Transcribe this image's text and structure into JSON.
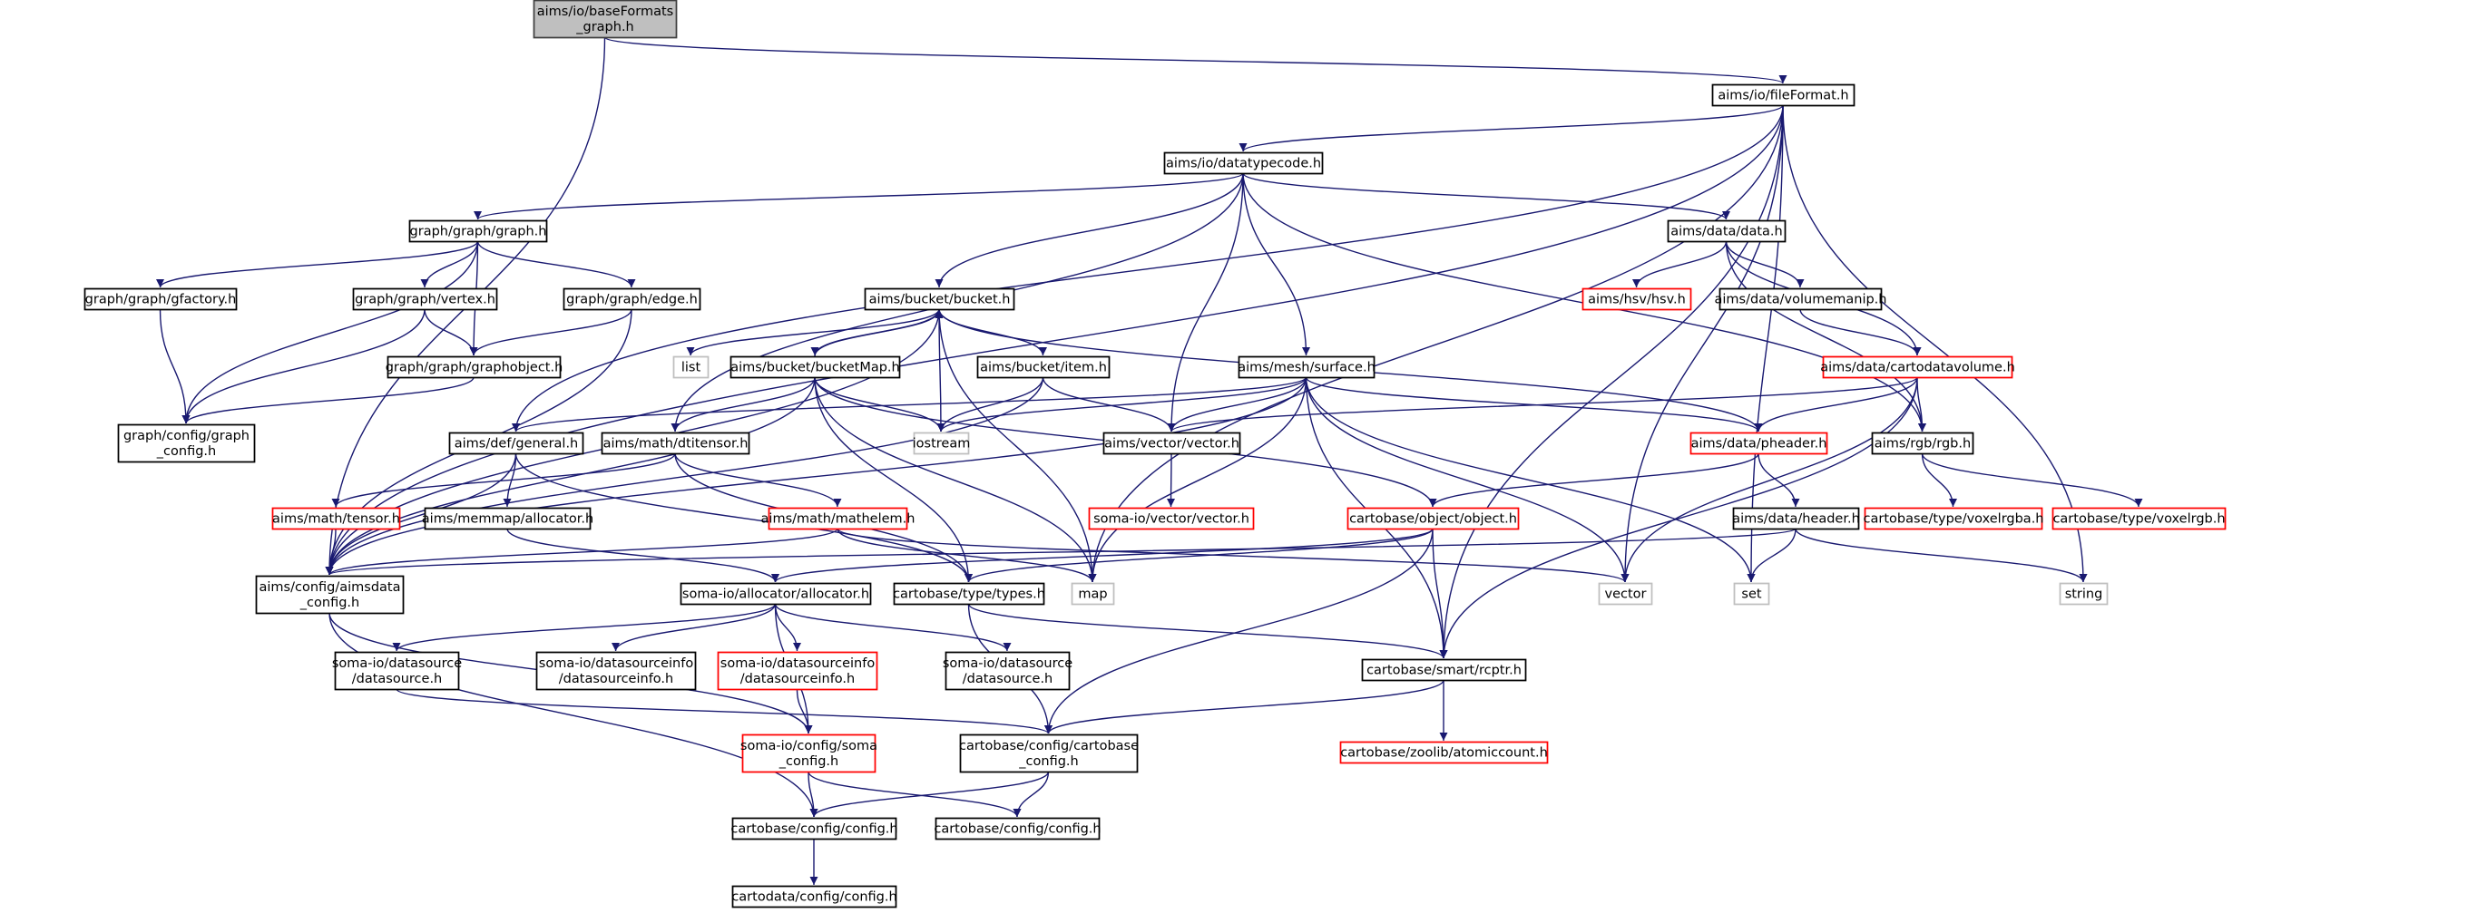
{
  "colors": {
    "edge": "#191970",
    "text": "#000000",
    "root_fill": "#bfbfbf",
    "root_border": "#404040",
    "normal_border": "#000000",
    "truncated_border": "#ff0000",
    "system_border": "#bfbfbf",
    "background": "#ffffff"
  },
  "nodes": [
    {
      "id": "root",
      "style": "root",
      "lines": [
        "aims/io/baseFormats",
        "_graph.h"
      ]
    },
    {
      "id": "fileformat",
      "style": "normal",
      "lines": [
        "aims/io/fileFormat.h"
      ]
    },
    {
      "id": "datatypecode",
      "style": "normal",
      "lines": [
        "aims/io/datatypecode.h"
      ]
    },
    {
      "id": "graph",
      "style": "normal",
      "lines": [
        "graph/graph/graph.h"
      ]
    },
    {
      "id": "aimsdata",
      "style": "normal",
      "lines": [
        "aims/data/data.h"
      ]
    },
    {
      "id": "gfactory",
      "style": "normal",
      "lines": [
        "graph/graph/gfactory.h"
      ]
    },
    {
      "id": "vertex",
      "style": "normal",
      "lines": [
        "graph/graph/vertex.h"
      ]
    },
    {
      "id": "edge",
      "style": "normal",
      "lines": [
        "graph/graph/edge.h"
      ]
    },
    {
      "id": "hsv",
      "style": "truncated",
      "lines": [
        "aims/hsv/hsv.h"
      ]
    },
    {
      "id": "volumemanip",
      "style": "normal",
      "lines": [
        "aims/data/volumemanip.h"
      ]
    },
    {
      "id": "bucket",
      "style": "normal",
      "lines": [
        "aims/bucket/bucket.h"
      ]
    },
    {
      "id": "graphobject",
      "style": "normal",
      "lines": [
        "graph/graph/graphobject.h"
      ]
    },
    {
      "id": "list",
      "style": "system",
      "lines": [
        "list"
      ]
    },
    {
      "id": "bucketmap",
      "style": "normal",
      "lines": [
        "aims/bucket/bucketMap.h"
      ]
    },
    {
      "id": "item",
      "style": "normal",
      "lines": [
        "aims/bucket/item.h"
      ]
    },
    {
      "id": "surface",
      "style": "normal",
      "lines": [
        "aims/mesh/surface.h"
      ]
    },
    {
      "id": "cartodatavolume",
      "style": "truncated",
      "lines": [
        "aims/data/cartodatavolume.h"
      ]
    },
    {
      "id": "graphconfig",
      "style": "normal",
      "lines": [
        "graph/config/graph",
        "_config.h"
      ]
    },
    {
      "id": "general",
      "style": "normal",
      "lines": [
        "aims/def/general.h"
      ]
    },
    {
      "id": "dtitensor",
      "style": "normal",
      "lines": [
        "aims/math/dtitensor.h"
      ]
    },
    {
      "id": "iostream",
      "style": "system",
      "lines": [
        "iostream"
      ]
    },
    {
      "id": "vector_h",
      "style": "normal",
      "lines": [
        "aims/vector/vector.h"
      ]
    },
    {
      "id": "pheader",
      "style": "truncated",
      "lines": [
        "aims/data/pheader.h"
      ]
    },
    {
      "id": "rgb",
      "style": "normal",
      "lines": [
        "aims/rgb/rgb.h"
      ]
    },
    {
      "id": "tensor",
      "style": "truncated",
      "lines": [
        "aims/math/tensor.h"
      ]
    },
    {
      "id": "memmapalloc",
      "style": "normal",
      "lines": [
        "aims/memmap/allocator.h"
      ]
    },
    {
      "id": "mathelem",
      "style": "truncated",
      "lines": [
        "aims/math/mathelem.h"
      ]
    },
    {
      "id": "somavector",
      "style": "truncated",
      "lines": [
        "soma-io/vector/vector.h"
      ]
    },
    {
      "id": "object",
      "style": "truncated",
      "lines": [
        "cartobase/object/object.h"
      ]
    },
    {
      "id": "header",
      "style": "normal",
      "lines": [
        "aims/data/header.h"
      ]
    },
    {
      "id": "voxelrgba",
      "style": "truncated",
      "lines": [
        "cartobase/type/voxelrgba.h"
      ]
    },
    {
      "id": "voxelrgb",
      "style": "truncated",
      "lines": [
        "cartobase/type/voxelrgb.h"
      ]
    },
    {
      "id": "aimsdataconfig",
      "style": "normal",
      "lines": [
        "aims/config/aimsdata",
        "_config.h"
      ]
    },
    {
      "id": "somaalloc",
      "style": "normal",
      "lines": [
        "soma-io/allocator/allocator.h"
      ]
    },
    {
      "id": "types",
      "style": "normal",
      "lines": [
        "cartobase/type/types.h"
      ]
    },
    {
      "id": "map",
      "style": "system",
      "lines": [
        "map"
      ]
    },
    {
      "id": "vector",
      "style": "system",
      "lines": [
        "vector"
      ]
    },
    {
      "id": "set",
      "style": "system",
      "lines": [
        "set"
      ]
    },
    {
      "id": "string",
      "style": "system",
      "lines": [
        "string"
      ]
    },
    {
      "id": "datasource1",
      "style": "normal",
      "lines": [
        "soma-io/datasource",
        "/datasource.h"
      ]
    },
    {
      "id": "dsinfo1",
      "style": "normal",
      "lines": [
        "soma-io/datasourceinfo",
        "/datasourceinfo.h"
      ]
    },
    {
      "id": "dsinfo2",
      "style": "truncated",
      "lines": [
        "soma-io/datasourceinfo",
        "/datasourceinfo.h"
      ]
    },
    {
      "id": "datasource2",
      "style": "normal",
      "lines": [
        "soma-io/datasource",
        "/datasource.h"
      ]
    },
    {
      "id": "rcptr",
      "style": "normal",
      "lines": [
        "cartobase/smart/rcptr.h"
      ]
    },
    {
      "id": "somaconfig",
      "style": "truncated",
      "lines": [
        "soma-io/config/soma",
        "_config.h"
      ]
    },
    {
      "id": "cartobaseconfig",
      "style": "normal",
      "lines": [
        "cartobase/config/cartobase",
        "_config.h"
      ]
    },
    {
      "id": "atomiccount",
      "style": "truncated",
      "lines": [
        "cartobase/zoolib/atomiccount.h"
      ]
    },
    {
      "id": "config1",
      "style": "normal",
      "lines": [
        "cartobase/config/config.h"
      ]
    },
    {
      "id": "config2",
      "style": "normal",
      "lines": [
        "cartobase/config/config.h"
      ]
    },
    {
      "id": "cartodataconfig",
      "style": "normal",
      "lines": [
        "cartodata/config/config.h"
      ]
    }
  ],
  "edges": [
    [
      "root",
      "fileformat"
    ],
    [
      "root",
      "aimsdataconfig"
    ],
    [
      "fileformat",
      "datatypecode"
    ],
    [
      "fileformat",
      "aimsdataconfig"
    ],
    [
      "fileformat",
      "general"
    ],
    [
      "fileformat",
      "map"
    ],
    [
      "fileformat",
      "vector"
    ],
    [
      "fileformat",
      "set"
    ],
    [
      "fileformat",
      "string"
    ],
    [
      "fileformat",
      "rcptr"
    ],
    [
      "datatypecode",
      "graph"
    ],
    [
      "datatypecode",
      "aimsdata"
    ],
    [
      "datatypecode",
      "bucket"
    ],
    [
      "datatypecode",
      "surface"
    ],
    [
      "datatypecode",
      "dtitensor"
    ],
    [
      "datatypecode",
      "vector_h"
    ],
    [
      "datatypecode",
      "rgb"
    ],
    [
      "graph",
      "gfactory"
    ],
    [
      "graph",
      "vertex"
    ],
    [
      "graph",
      "edge"
    ],
    [
      "graph",
      "graphobject"
    ],
    [
      "graph",
      "graphconfig"
    ],
    [
      "gfactory",
      "graphconfig"
    ],
    [
      "vertex",
      "graphobject"
    ],
    [
      "vertex",
      "graphconfig"
    ],
    [
      "edge",
      "graphobject"
    ],
    [
      "edge",
      "aimsdataconfig"
    ],
    [
      "graphobject",
      "graphconfig"
    ],
    [
      "aimsdata",
      "hsv"
    ],
    [
      "aimsdata",
      "volumemanip"
    ],
    [
      "aimsdata",
      "cartodatavolume"
    ],
    [
      "aimsdata",
      "rgb"
    ],
    [
      "volumemanip",
      "cartodatavolume"
    ],
    [
      "cartodatavolume",
      "pheader"
    ],
    [
      "cartodatavolume",
      "rgb"
    ],
    [
      "cartodatavolume",
      "vector_h"
    ],
    [
      "cartodatavolume",
      "rcptr"
    ],
    [
      "cartodatavolume",
      "vector"
    ],
    [
      "bucket",
      "list"
    ],
    [
      "bucket",
      "bucketmap"
    ],
    [
      "bucket",
      "item"
    ],
    [
      "bucket",
      "iostream"
    ],
    [
      "bucket",
      "map"
    ],
    [
      "bucket",
      "pheader"
    ],
    [
      "bucket",
      "aimsdataconfig"
    ],
    [
      "bucketmap",
      "bucket"
    ],
    [
      "bucketmap",
      "iostream"
    ],
    [
      "bucketmap",
      "dtitensor"
    ],
    [
      "bucketmap",
      "aimsdataconfig"
    ],
    [
      "bucketmap",
      "types"
    ],
    [
      "bucketmap",
      "map"
    ],
    [
      "bucketmap",
      "object"
    ],
    [
      "item",
      "iostream"
    ],
    [
      "item",
      "vector_h"
    ],
    [
      "item",
      "aimsdataconfig"
    ],
    [
      "surface",
      "iostream"
    ],
    [
      "surface",
      "vector_h"
    ],
    [
      "surface",
      "pheader"
    ],
    [
      "surface",
      "general"
    ],
    [
      "surface",
      "aimsdataconfig"
    ],
    [
      "surface",
      "map"
    ],
    [
      "surface",
      "vector"
    ],
    [
      "surface",
      "set"
    ],
    [
      "surface",
      "rcptr"
    ],
    [
      "general",
      "aimsdataconfig"
    ],
    [
      "general",
      "memmapalloc"
    ],
    [
      "general",
      "types"
    ],
    [
      "dtitensor",
      "tensor"
    ],
    [
      "dtitensor",
      "mathelem"
    ],
    [
      "dtitensor",
      "types"
    ],
    [
      "tensor",
      "aimsdataconfig"
    ],
    [
      "memmapalloc",
      "somaalloc"
    ],
    [
      "mathelem",
      "aimsdataconfig"
    ],
    [
      "mathelem",
      "map"
    ],
    [
      "mathelem",
      "vector"
    ],
    [
      "vector_h",
      "somavector"
    ],
    [
      "pheader",
      "header"
    ],
    [
      "pheader",
      "object"
    ],
    [
      "rgb",
      "voxelrgba"
    ],
    [
      "rgb",
      "voxelrgb"
    ],
    [
      "object",
      "types"
    ],
    [
      "object",
      "rcptr"
    ],
    [
      "object",
      "cartobaseconfig"
    ],
    [
      "object",
      "somaalloc"
    ],
    [
      "header",
      "aimsdataconfig"
    ],
    [
      "header",
      "set"
    ],
    [
      "header",
      "string"
    ],
    [
      "aimsdataconfig",
      "somaconfig"
    ],
    [
      "aimsdataconfig",
      "config1"
    ],
    [
      "somaalloc",
      "datasource1"
    ],
    [
      "somaalloc",
      "dsinfo1"
    ],
    [
      "somaalloc",
      "dsinfo2"
    ],
    [
      "somaalloc",
      "datasource2"
    ],
    [
      "somaalloc",
      "somaconfig"
    ],
    [
      "datasource1",
      "cartobaseconfig"
    ],
    [
      "dsinfo2",
      "somaconfig"
    ],
    [
      "types",
      "rcptr"
    ],
    [
      "types",
      "cartobaseconfig"
    ],
    [
      "rcptr",
      "atomiccount"
    ],
    [
      "rcptr",
      "cartobaseconfig"
    ],
    [
      "somaconfig",
      "config1"
    ],
    [
      "somaconfig",
      "config2"
    ],
    [
      "cartobaseconfig",
      "config1"
    ],
    [
      "cartobaseconfig",
      "config2"
    ],
    [
      "config1",
      "cartodataconfig"
    ]
  ]
}
